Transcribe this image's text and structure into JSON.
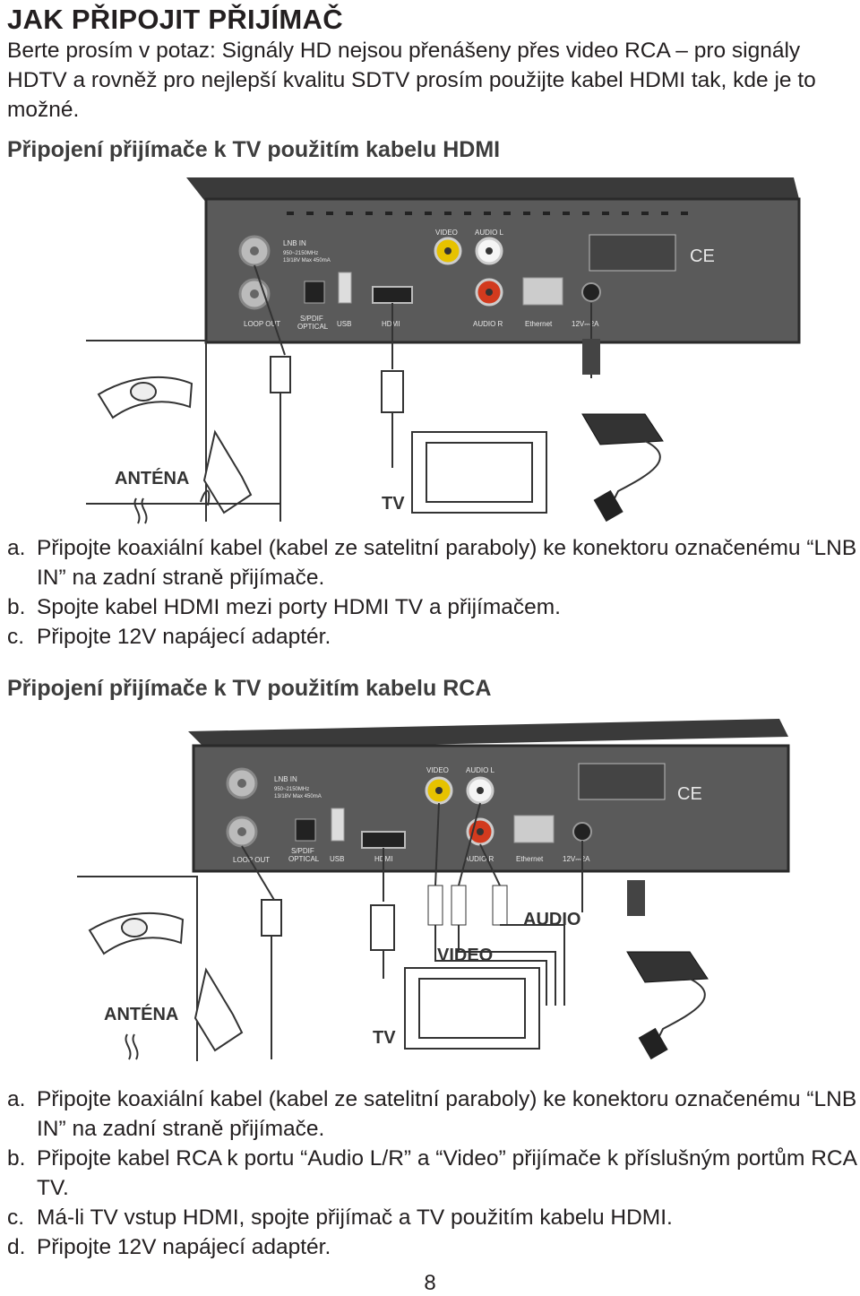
{
  "title": "JAK PŘIPOJIT PŘIJÍMAČ",
  "intro": "Berte prosím v potaz: Signály HD nejsou přenášeny přes video RCA – pro signály HDTV a rovněž pro nejlepší kvalitu SDTV prosím použijte kabel HDMI tak, kde je to možné.",
  "receiver_ports": {
    "lnb_in": "LNB IN",
    "lnb_freq": "950~2150MHz",
    "lnb_power": "13/18V Max 450mA",
    "loop_out": "LOOP OUT",
    "spdif": "S/PDIF",
    "optical": "OPTICAL",
    "usb": "USB",
    "hdmi": "HDMI",
    "video": "VIDEO",
    "audio_l": "AUDIO L",
    "audio_r": "AUDIO R",
    "ethernet": "Ethernet",
    "power": "12V⎓2A",
    "ce": "CE"
  },
  "hdmi_section": {
    "heading": "Připojení přijímače k TV použitím kabelu HDMI",
    "labels": {
      "antenna": "ANTÉNA",
      "tv": "TV"
    },
    "steps": [
      {
        "mark": "a.",
        "text": "Připojte koaxiální kabel (kabel ze satelitní paraboly) ke konektoru označenému “LNB IN” na zadní straně přijímače."
      },
      {
        "mark": "b.",
        "text": "Spojte kabel HDMI mezi porty HDMI TV a přijímačem."
      },
      {
        "mark": "c.",
        "text": "Připojte 12V napájecí adaptér."
      }
    ]
  },
  "rca_section": {
    "heading": "Připojení přijímače k TV použitím kabelu RCA",
    "labels": {
      "antenna": "ANTÉNA",
      "tv": "TV",
      "audio": "AUDIO",
      "video": "VIDEO"
    },
    "steps": [
      {
        "mark": "a.",
        "text": "Připojte koaxiální kabel (kabel ze satelitní paraboly) ke konektoru označenému “LNB IN” na zadní straně přijímače."
      },
      {
        "mark": "b.",
        "text": "Připojte kabel RCA k portu “Audio L/R” a “Video” přijímače k příslušným portům RCA TV."
      },
      {
        "mark": "c.",
        "text": "Má-li TV vstup HDMI, spojte přijímač a TV použitím kabelu HDMI."
      },
      {
        "mark": "d.",
        "text": "Připojte 12V napájecí adaptér."
      }
    ]
  },
  "page_number": "8"
}
